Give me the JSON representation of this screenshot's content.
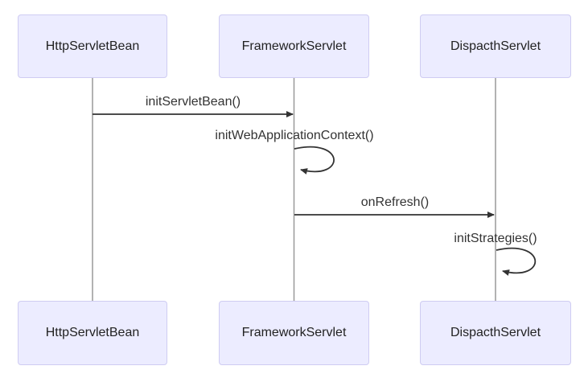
{
  "diagram": {
    "type": "sequence-diagram",
    "actors": [
      {
        "label": "HttpServletBean"
      },
      {
        "label": "FrameworkServlet"
      },
      {
        "label": "DispacthServlet"
      }
    ],
    "messages": [
      {
        "from": "HttpServletBean",
        "to": "FrameworkServlet",
        "label": "initServletBean()",
        "style": "solid-arrow"
      },
      {
        "from": "FrameworkServlet",
        "to": "FrameworkServlet",
        "label": "initWebApplicationContext()",
        "style": "self-loop"
      },
      {
        "from": "FrameworkServlet",
        "to": "DispacthServlet",
        "label": "onRefresh()",
        "style": "solid-arrow"
      },
      {
        "from": "DispacthServlet",
        "to": "DispacthServlet",
        "label": "initStrategies()",
        "style": "self-loop"
      }
    ],
    "colors": {
      "actor_fill": "#ECECFF",
      "actor_border": "#CFCCF2",
      "lifeline": "#999999",
      "arrow": "#333333",
      "text": "#333333",
      "background": "#FFFFFF"
    }
  }
}
